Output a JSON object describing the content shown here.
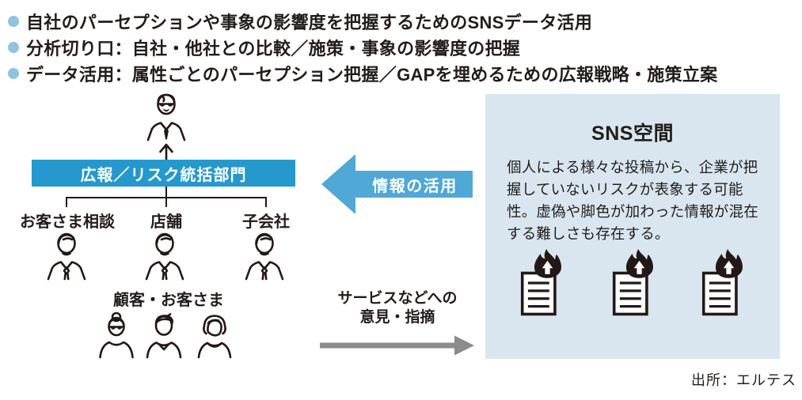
{
  "bullets": [
    "自社のパーセプションや事象の影響度を把握するためのSNSデータ活用",
    "分析切り口：自社・他社との比較／施策・事象の影響度の把握",
    "データ活用：属性ごとのパーセプション把握／GAPを埋めるための広報戦略・施策立案"
  ],
  "org_chart": {
    "department_label": "広報／リスク統括部門",
    "branches": [
      "お客さま相談",
      "店舗",
      "子会社"
    ],
    "customers_label": "顧客・お客さま"
  },
  "flows": {
    "info_use_label": "情報の活用",
    "feedback_line1": "サービスなどへの",
    "feedback_line2": "意見・指摘"
  },
  "sns_panel": {
    "title": "SNS空間",
    "body": "個人による様々な投稿から、企業が把握していないリスクが表象する可能性。虚偽や脚色が加わった情報が混在する難しさも存在する。"
  },
  "source_note": "出所：エルテス",
  "colors": {
    "bullet_blue": "#8FC3E4",
    "department_box_blue": "#2599CE",
    "info_arrow_blue": "#4FA8D6",
    "feedback_arrow_gray": "#8C8C8C",
    "panel_background": "#D9E6F0",
    "icon_ink": "#231815"
  }
}
